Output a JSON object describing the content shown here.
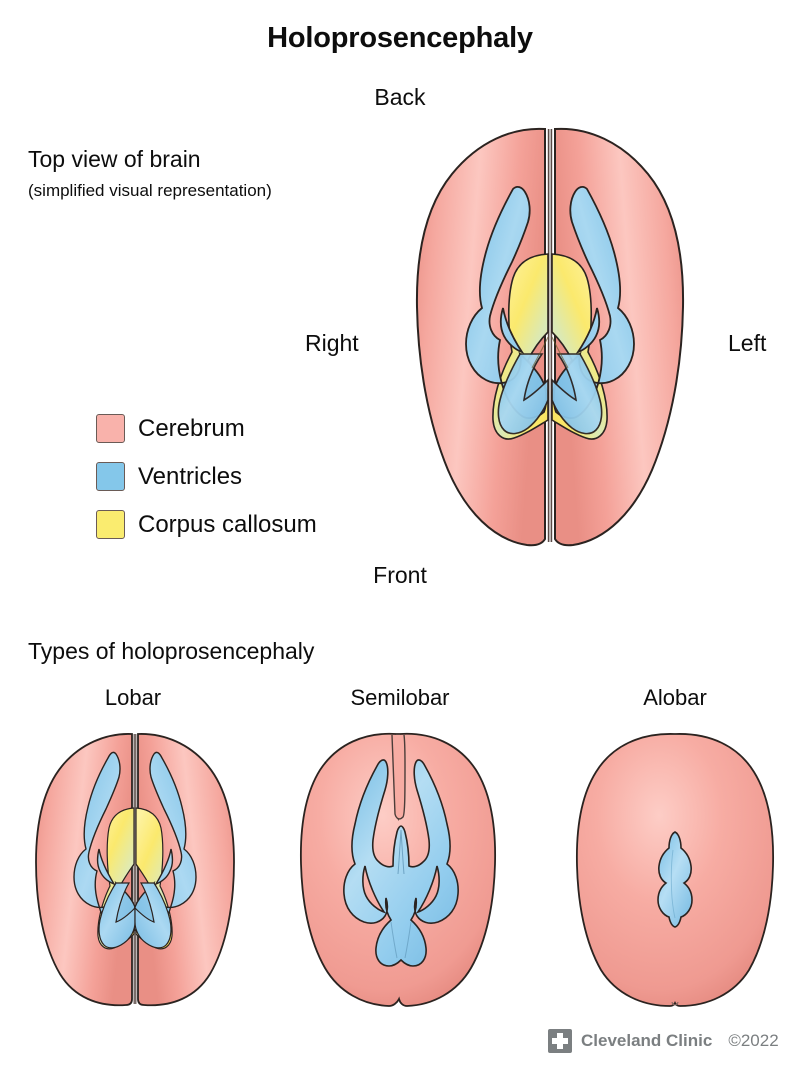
{
  "page": {
    "title": "Holoprosencephaly"
  },
  "top_view": {
    "heading": "Top view of brain",
    "subheading": "(simplified visual representation)",
    "orientation": {
      "back": "Back",
      "front": "Front",
      "right": "Right",
      "left": "Left"
    }
  },
  "legend": {
    "items": [
      {
        "label": "Cerebrum",
        "color": "#f9b2ab"
      },
      {
        "label": "Ventricles",
        "color": "#84c7ea"
      },
      {
        "label": "Corpus callosum",
        "color": "#faec6f"
      }
    ]
  },
  "types": {
    "heading": "Types of holoprosencephaly",
    "items": [
      {
        "label": "Lobar"
      },
      {
        "label": "Semilobar"
      },
      {
        "label": "Alobar"
      }
    ]
  },
  "footer": {
    "logo": "cleveland-clinic-logo",
    "brand": "Cleveland Clinic",
    "copyright": "©2022"
  },
  "colors": {
    "cerebrum_fill": "#f7a79e",
    "cerebrum_light": "#fcc9c2",
    "cerebrum_dark": "#e8897f",
    "ventricle_fill": "#8ec9ea",
    "ventricle_light": "#bfe2f5",
    "corpus_fill": "#fbee7c",
    "corpus_light": "#fdf6b8",
    "outline": "#2b2320",
    "footer_gray": "#7b7f81",
    "text": "#0d0d0d"
  }
}
